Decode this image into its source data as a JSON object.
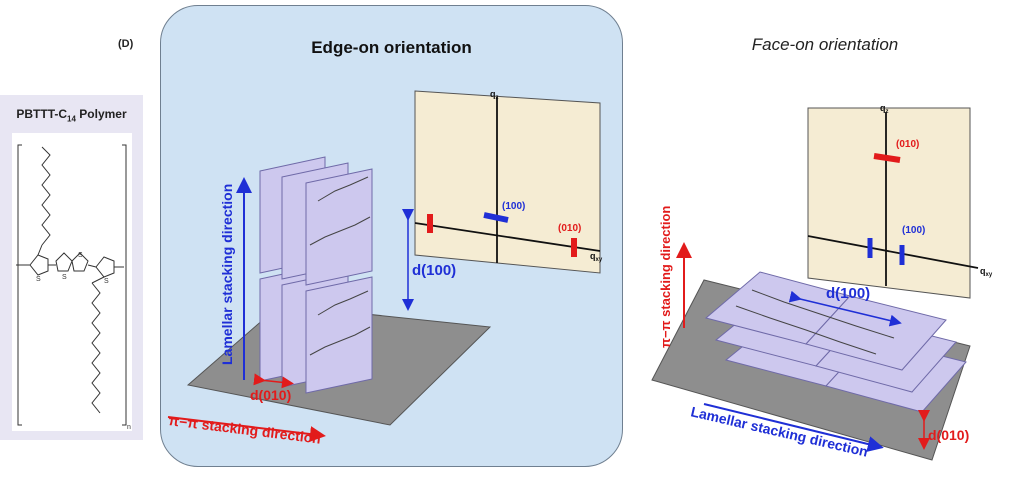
{
  "panel_label": "(D)",
  "polymer": {
    "title_main": "PBTTT-C",
    "title_sub": "14",
    "title_tail": " Polymer",
    "repeat_n": "n",
    "sulfur": "S"
  },
  "edge_on": {
    "title": "Edge-on orientation",
    "lamellar_dir": "Lamellar stacking direction",
    "pi_dir": "π−π stacking direction",
    "d100": "d(100)",
    "d010": "d(010)",
    "peak_100": "(100)",
    "peak_010": "(010)",
    "qz": "q",
    "qz_sub": "z",
    "qxy": "q",
    "qxy_sub": "xy"
  },
  "face_on": {
    "title": "Face-on orientation",
    "lamellar_dir": "Lamellar stacking direction",
    "pi_dir": "π−π stacking direction",
    "d100": "d(100)",
    "d010": "d(010)",
    "peak_100": "(100)",
    "peak_010": "(010)",
    "qz": "q",
    "qz_sub": "z",
    "qxy": "q",
    "qxy_sub": "xy"
  },
  "colors": {
    "blue": "#1f2fd6",
    "red": "#e21b1b",
    "detector": "#f5ecd3",
    "sheet": "#cdc8ee",
    "substrate": "#8e8e8e"
  }
}
